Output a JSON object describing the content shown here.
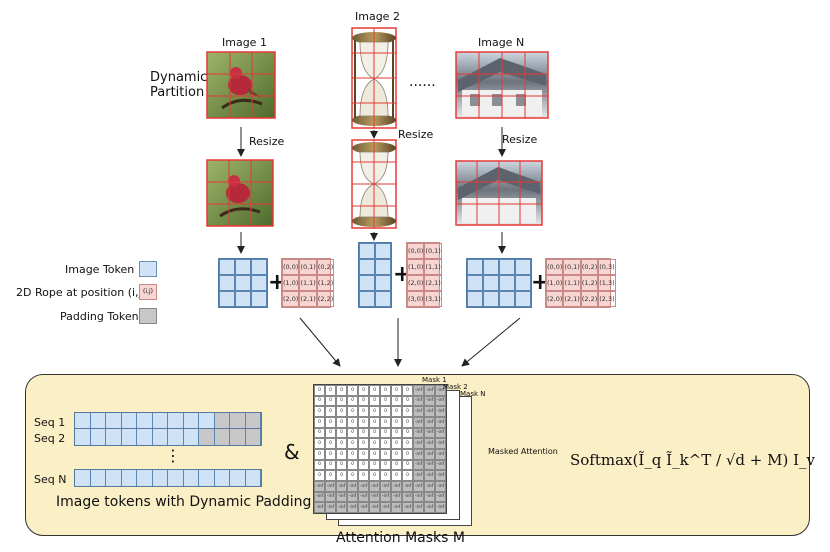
{
  "images": {
    "image1": {
      "label": "Image 1"
    },
    "image2": {
      "label": "Image 2"
    },
    "imageN": {
      "label": "Image N"
    },
    "ellipsis": "......"
  },
  "dynamic_partition": {
    "line1": "Dynamic",
    "line2": "Partition"
  },
  "resize_label": "Resize",
  "legend": {
    "image_token": "Image Token",
    "rope": "2D Rope at position (i,j)",
    "rope_sample": "(i,j)",
    "padding_token": "Padding Token"
  },
  "pos_grids": {
    "g1": [
      "(0,0)",
      "(0,1)",
      "(0,2)",
      "(1,0)",
      "(1,1)",
      "(1,2)",
      "(2,0)",
      "(2,1)",
      "(2,2)"
    ],
    "g2": [
      "(0,0)",
      "(0,1)",
      "(1,0)",
      "(1,1)",
      "(2,0)",
      "(2,1)",
      "(3,0)",
      "(3,1)"
    ],
    "g3": [
      "(0,0)",
      "(0,1)",
      "(0,2)",
      "(0,3)",
      "(1,0)",
      "(1,1)",
      "(1,2)",
      "(1,3)",
      "(2,0)",
      "(2,1)",
      "(2,2)",
      "(2,3)"
    ]
  },
  "plus": "+",
  "sequences": {
    "seq1": "Seq 1",
    "seq2": "Seq 2",
    "seqN": "Seq N",
    "vdots": "⋮",
    "caption": "Image tokens with Dynamic Padding"
  },
  "ampersand": "&",
  "masks": {
    "mask1": "Mask 1",
    "mask2": "Mask 2",
    "maskN": "Mask N",
    "zero": "0",
    "inf": "-inf",
    "caption": "Attention Masks M"
  },
  "masked_attention": "Masked Attention",
  "softmax": "Softmax(Ĩ_q Ĩ_k^T / √d + M) I_v",
  "colors": {
    "token_blue": "#cfe2f6",
    "rope_pink": "#f6d5d3",
    "padding_gray": "#c8c8c8",
    "panel_bg": "#fbefc6",
    "partition_red": "#e53935"
  },
  "icons": {
    "bird": "bird-photo",
    "hourglass": "hourglass-photo",
    "house": "house-photo"
  }
}
